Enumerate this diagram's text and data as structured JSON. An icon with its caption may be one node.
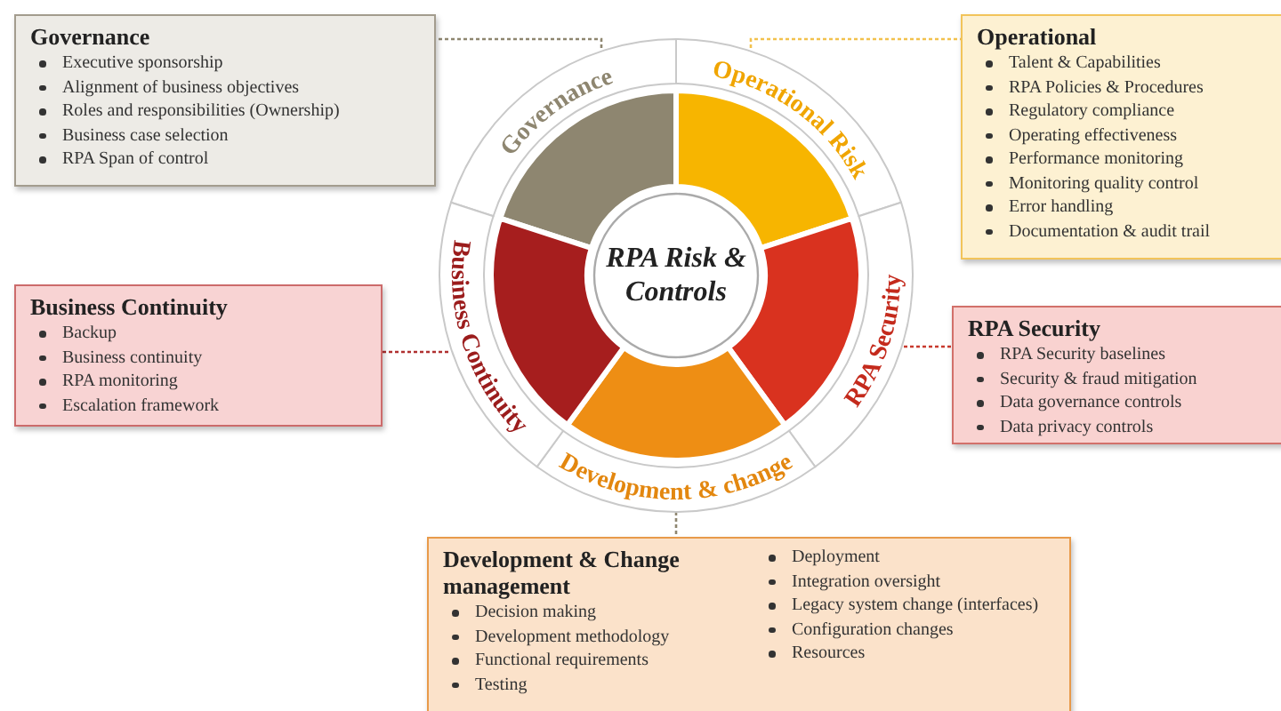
{
  "diagram": {
    "nodes": [
      {
        "text": [
          "RPA Risk & Controls"
        ]
      },
      {
        "text": [
          "Governance"
        ]
      },
      {
        "text": [
          "Operational Risk"
        ]
      },
      {
        "text": [
          "RPA Security"
        ]
      },
      {
        "text": [
          "Development & change"
        ]
      },
      {
        "text": [
          "Business Continuity"
        ]
      },
      {
        "text": [
          "Governance",
          "Executive sponsorship",
          "Alignment of business objectives",
          "Roles and responsibilities (Ownership)",
          "Business case selection",
          "RPA Span of control"
        ]
      },
      {
        "text": [
          "Operational",
          "Talent & Capabilities",
          "RPA Policies & Procedures",
          "Regulatory compliance",
          "Operating effectiveness",
          "Performance monitoring",
          "Monitoring quality control",
          "Error handling",
          "Documentation & audit trail"
        ]
      },
      {
        "text": [
          "Business Continuity",
          "Backup",
          "Business continuity",
          "RPA monitoring",
          "Escalation framework"
        ]
      },
      {
        "text": [
          "RPA Security",
          "RPA Security baselines",
          "Security & fraud mitigation",
          "Data governance controls",
          "Data privacy controls"
        ]
      },
      {
        "text": [
          "Development & Change management",
          "Decision making",
          "Development methodology",
          "Functional requirements",
          "Testing",
          "Deployment",
          "Integration oversight",
          "Legacy system change (interfaces)",
          "Configuration changes",
          "Resources"
        ]
      }
    ],
    "edges": [
      {
        "from": 1,
        "to": 6,
        "arrow": "none",
        "style": "dashed",
        "color": "#8e8670"
      },
      {
        "from": 2,
        "to": 7,
        "arrow": "none",
        "style": "dashed",
        "color": "#f2c14e"
      },
      {
        "from": 5,
        "to": 8,
        "arrow": "none",
        "style": "dashed",
        "color": "#b03030"
      },
      {
        "from": 3,
        "to": 9,
        "arrow": "none",
        "style": "dashed",
        "color": "#c83a2e"
      },
      {
        "from": 4,
        "to": 10,
        "arrow": "none",
        "style": "dashed",
        "color": "#8e8670"
      }
    ]
  }
}
